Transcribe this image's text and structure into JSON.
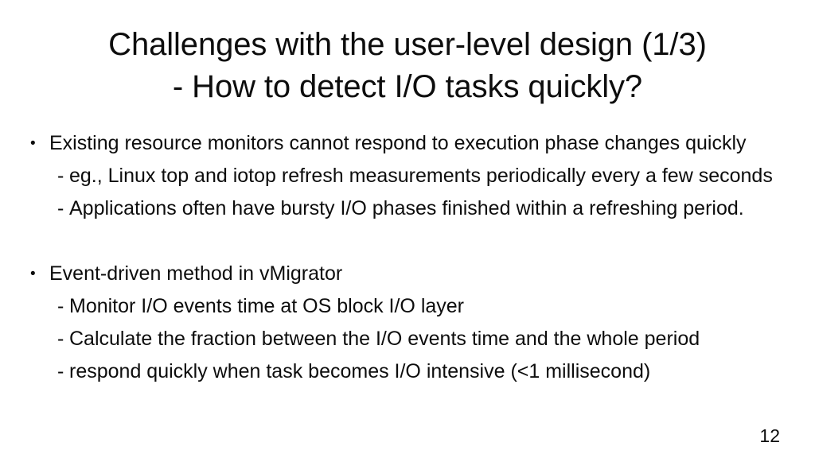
{
  "slide": {
    "background_color": "#ffffff",
    "text_color": "#0d0d0d",
    "title": {
      "line1": "Challenges with the user-level design (1/3)",
      "line2": "- How to detect I/O tasks quickly?"
    },
    "bullet_glyph": "•",
    "dash_glyph": "-",
    "blocks": [
      {
        "bullet": "Existing resource monitors cannot respond to execution phase changes quickly",
        "sub_items": [
          "eg., Linux top and iotop refresh measurements periodically every a few seconds",
          "Applications often have bursty I/O phases finished within a refreshing period."
        ]
      },
      {
        "bullet": "Event-driven method in vMigrator",
        "sub_items": [
          "Monitor I/O events time at OS block I/O layer",
          "Calculate the fraction between the I/O events time and the whole period",
          "respond quickly when task becomes I/O intensive (<1 millisecond)"
        ]
      }
    ],
    "page_number": "12"
  }
}
